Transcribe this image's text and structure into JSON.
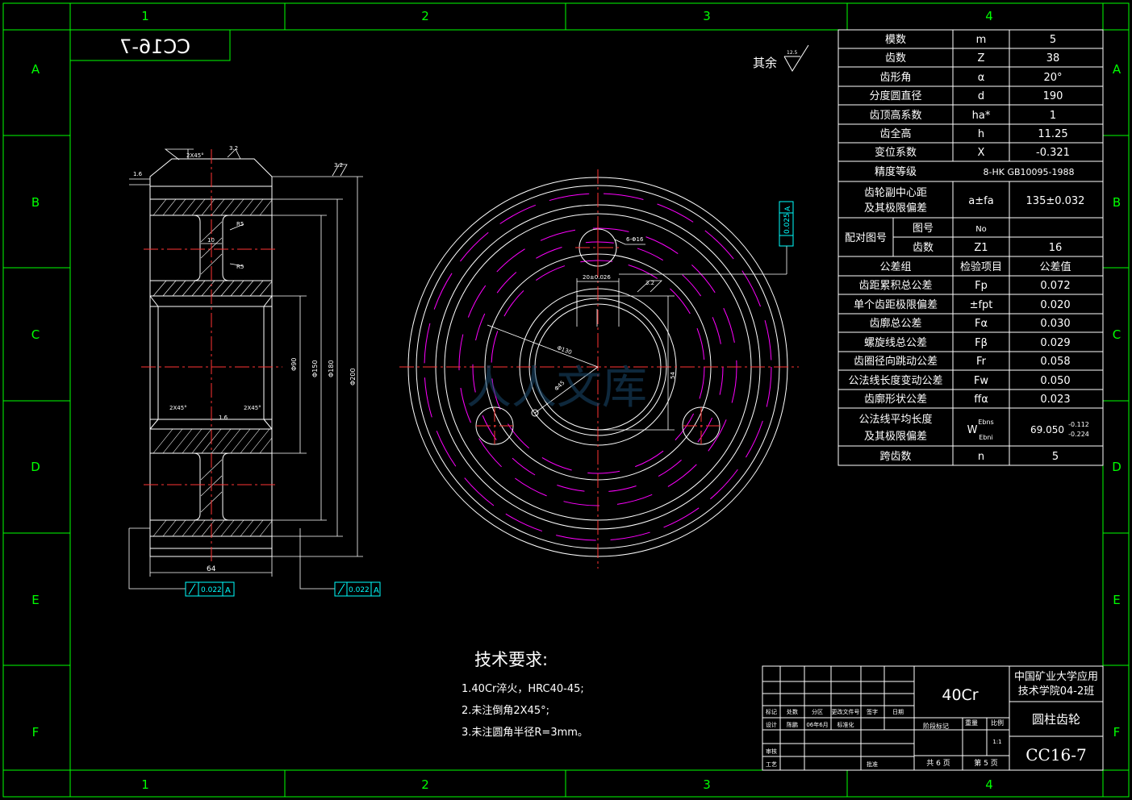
{
  "frame": {
    "columns": [
      "1",
      "2",
      "3",
      "4"
    ],
    "rows": [
      "A",
      "B",
      "C",
      "D",
      "E",
      "F"
    ]
  },
  "drawing_no_mirror": "CC16-7",
  "roughness_other": "其余",
  "roughness_other_value": "12.5",
  "params": [
    {
      "name": "模数",
      "sym": "m",
      "val": "5"
    },
    {
      "name": "齿数",
      "sym": "Z",
      "val": "38"
    },
    {
      "name": "齿形角",
      "sym": "α",
      "val": "20°"
    },
    {
      "name": "分度圆直径",
      "sym": "d",
      "val": "190"
    },
    {
      "name": "齿顶高系数",
      "sym": "ha*",
      "val": "1"
    },
    {
      "name": "齿全高",
      "sym": "h",
      "val": "11.25"
    },
    {
      "name": "变位系数",
      "sym": "X",
      "val": "-0.321"
    }
  ],
  "accuracy": {
    "name": "精度等级",
    "val": "8-HK GB10095-1988"
  },
  "center": {
    "name1": "齿轮副中心距",
    "name2": "及其极限偏差",
    "sym": "a±fa",
    "val": "135±0.032"
  },
  "pair": {
    "name": "配对图号",
    "r1": "图号",
    "r1sym": "No",
    "r2": "齿数",
    "r2sym": "Z1",
    "r2val": "16"
  },
  "tol_head": {
    "a": "公差组",
    "b": "检验项目",
    "c": "公差值"
  },
  "tolerances": [
    {
      "name": "齿距累积总公差",
      "sym": "Fp",
      "val": "0.072"
    },
    {
      "name": "单个齿距极限偏差",
      "sym": "±fpt",
      "val": "0.020"
    },
    {
      "name": "齿廓总公差",
      "sym": "Fα",
      "val": "0.030"
    },
    {
      "name": "螺旋线总公差",
      "sym": "Fβ",
      "val": "0.029"
    },
    {
      "name": "齿圈径向跳动公差",
      "sym": "Fr",
      "val": "0.058"
    },
    {
      "name": "公法线长度变动公差",
      "sym": "Fw",
      "val": "0.050"
    },
    {
      "name": "齿廓形状公差",
      "sym": "ffα",
      "val": "0.023"
    }
  ],
  "wk": {
    "name1": "公法线平均长度",
    "name2": "及其极限偏差",
    "sym": "W",
    "sym_sup": "Ebns",
    "sym_sub": "Ebni",
    "val": "69.050",
    "up": "-0.112",
    "lo": "-0.224"
  },
  "span": {
    "name": "跨齿数",
    "sym": "n",
    "val": "5"
  },
  "tech": {
    "title": "技术要求:",
    "items": [
      "1.40Cr淬火，HRC40-45;",
      "2.未注倒角2X45°;",
      "3.未注圆角半径R=3mm。"
    ]
  },
  "title_block": {
    "material": "40Cr",
    "school1": "中国矿业大学应用",
    "school2": "技术学院04-2班",
    "part": "圆柱齿轮",
    "code": "CC16-7",
    "scale": "1:1",
    "sheets_total": "共 6 页",
    "sheet_no": "第 5 页",
    "stage": "阶段标记",
    "weight": "重量",
    "ratio": "比例",
    "cols": [
      "标记",
      "处数",
      "分区",
      "更改文件号",
      "签字",
      "日期"
    ],
    "design": "设计",
    "designer": "陈鹏",
    "date": "06年6月",
    "standard": "标准化",
    "review": "审核",
    "craft": "工艺",
    "approve": "批准"
  },
  "dims": {
    "chamfer_top": "2X45°",
    "width": "64",
    "web": "10",
    "d1": "Φ90",
    "d2": "Φ150",
    "d3": "Φ180",
    "d4": "Φ200",
    "rough1": "1.6",
    "rough2": "3.2",
    "r1": "R5",
    "r2": "R5",
    "runout1": "0.022",
    "runout2": "0.022",
    "datum": "A",
    "hole": "6-Φ16",
    "keyway": "20±0.026",
    "key_depth": "54",
    "sym_tol": "0.025",
    "phi130": "Φ130",
    "phi45": "Φ45"
  },
  "watermark": "人人文库"
}
